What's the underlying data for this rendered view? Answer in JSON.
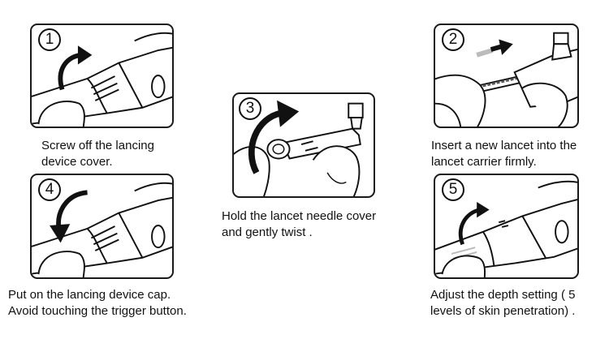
{
  "steps": [
    {
      "badge": "1",
      "line1": "Screw off the lancing",
      "line2": "device cover."
    },
    {
      "badge": "2",
      "line1": "Insert a new lancet into the",
      "line2": "lancet carrier firmly."
    },
    {
      "badge": "3",
      "line1": "Hold the lancet needle cover",
      "line2": "and gently twist ."
    },
    {
      "badge": "4",
      "line1": "Put on the lancing device cap.",
      "line2": "Avoid touching the trigger button."
    },
    {
      "badge": "5",
      "line1": "Adjust the depth setting ( 5",
      "line2": "levels of skin penetration) ."
    }
  ]
}
